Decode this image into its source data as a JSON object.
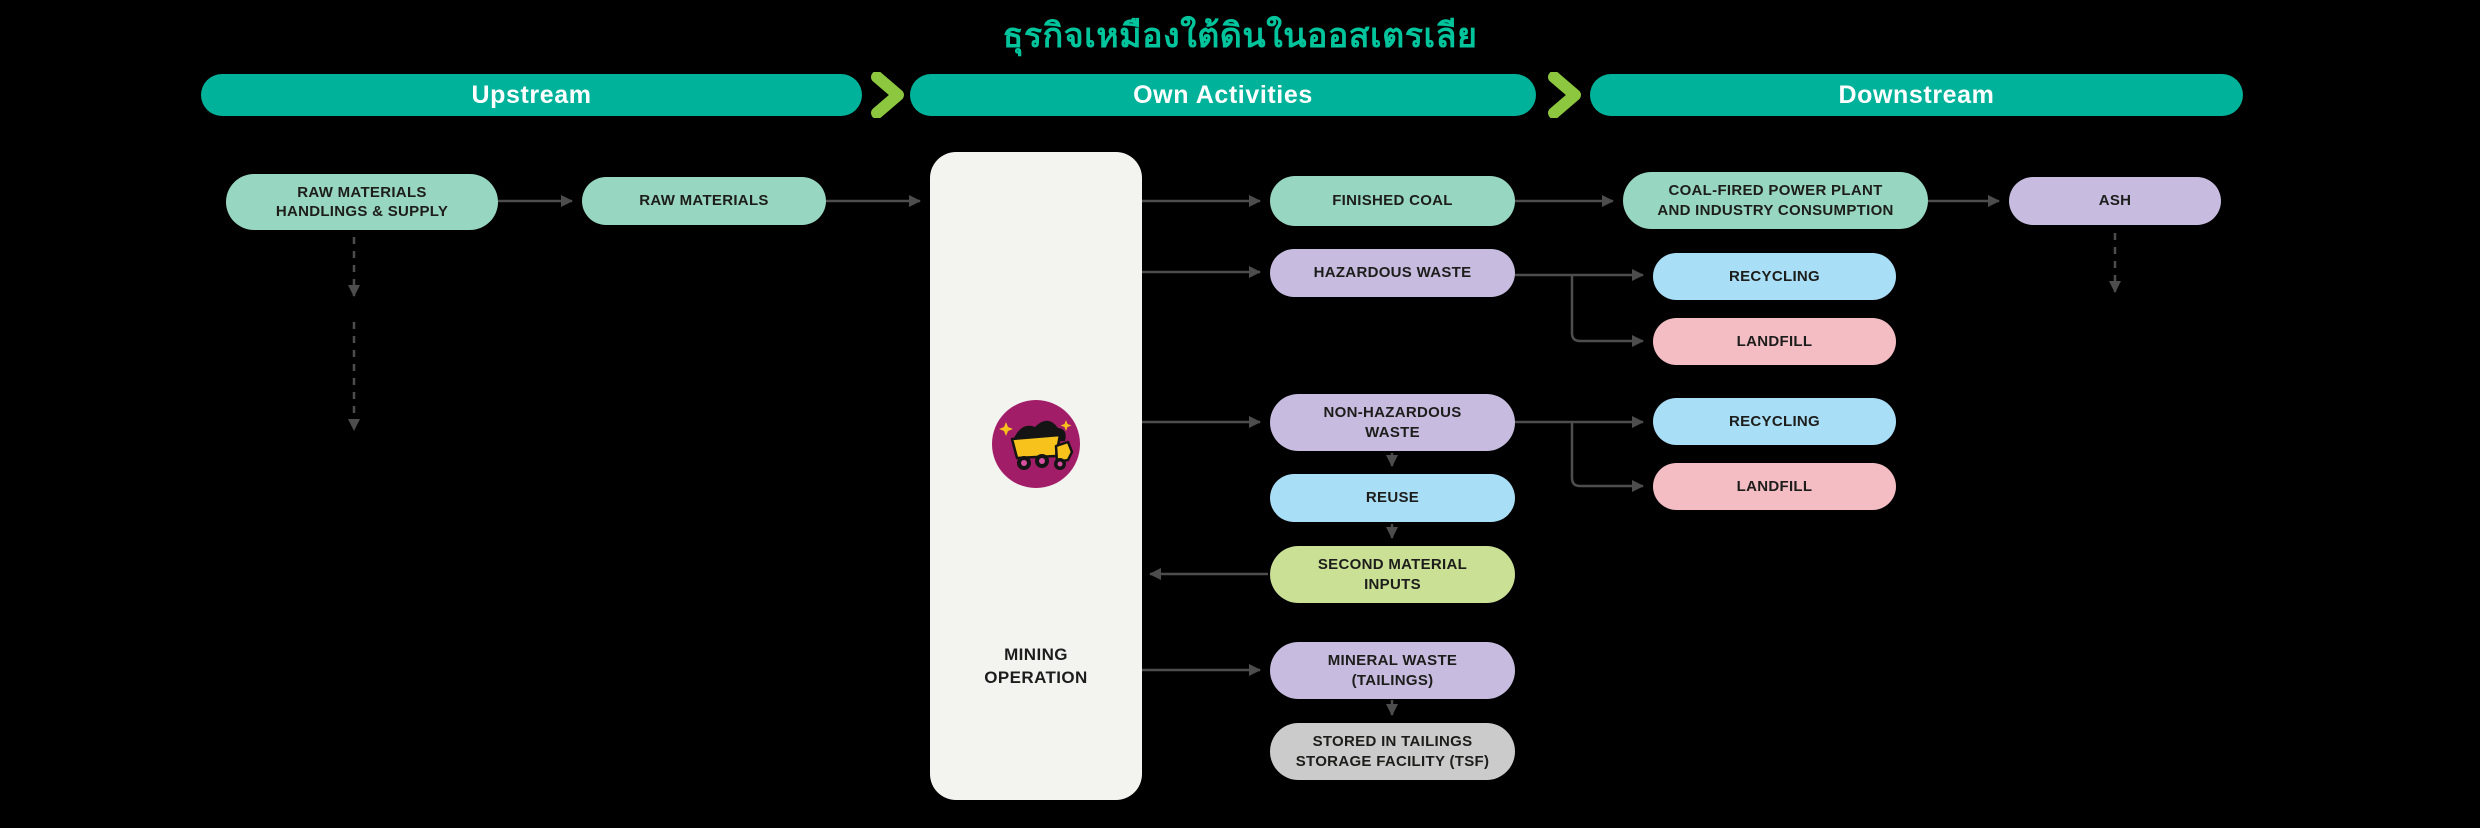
{
  "title": "ธุรกิจเหมืองใต้ดินในออสเตรเลีย",
  "stages": {
    "upstream": "Upstream",
    "own_activities": "Own Activities",
    "downstream": "Downstream"
  },
  "nodes": {
    "raw_materials_supply": "RAW MATERIALS\nHANDLINGS & SUPPLY",
    "raw_materials": "RAW MATERIALS",
    "mining_operation": "MINING\nOPERATION",
    "finished_coal": "FINISHED COAL",
    "coal_fired_plant": "COAL-FIRED POWER PLANT\nAND INDUSTRY CONSUMPTION",
    "ash": "ASH",
    "hazardous_waste": "HAZARDOUS WASTE",
    "recycling_hazardous": "RECYCLING",
    "landfill_hazardous": "LANDFILL",
    "non_hazardous_waste": "NON-HAZARDOUS\nWASTE",
    "recycling_non_hazardous": "RECYCLING",
    "landfill_non_hazardous": "LANDFILL",
    "reuse": "REUSE",
    "second_material_inputs": "SECOND MATERIAL\nINPUTS",
    "mineral_waste": "MINERAL WASTE\n(TAILINGS)",
    "stored_tsf": "STORED IN TAILINGS\nSTORAGE FACILITY (TSF)"
  },
  "icons": {
    "chevron": "chevron-right-icon",
    "mining_truck": "mining-truck-icon"
  },
  "palette": {
    "background": "#000000",
    "title_text": "#00c49c",
    "stage_bar": "#00b29a",
    "chevron_green": "#8dc63f",
    "mint": "#97d6c0",
    "purple": "#c7bcdf",
    "blue": "#a9def7",
    "pink": "#f4bdc4",
    "lime": "#c9e095",
    "gray": "#cbcbcb",
    "mining_box": "#f3f3f0",
    "arrow": "#4d4d4d",
    "truck_circle": "#a11d67",
    "truck_body": "#f6c21b"
  }
}
